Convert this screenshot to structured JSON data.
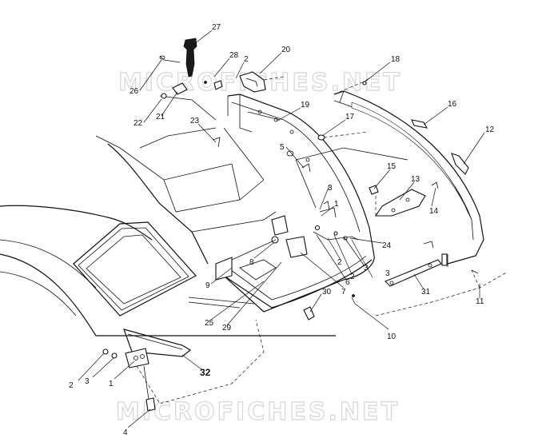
{
  "watermarks": {
    "top": "MICROFICHES.NET",
    "bottom": "MICROFICHES.NET"
  },
  "callouts": [
    {
      "id": "c27",
      "text": "27"
    },
    {
      "id": "c28",
      "text": "28"
    },
    {
      "id": "c2a",
      "text": "2"
    },
    {
      "id": "c20",
      "text": "20"
    },
    {
      "id": "c18",
      "text": "18"
    },
    {
      "id": "c26",
      "text": "26"
    },
    {
      "id": "c22",
      "text": "22"
    },
    {
      "id": "c21",
      "text": "21"
    },
    {
      "id": "c19",
      "text": "19"
    },
    {
      "id": "c16",
      "text": "16"
    },
    {
      "id": "c23",
      "text": "23"
    },
    {
      "id": "c17",
      "text": "17"
    },
    {
      "id": "c12",
      "text": "12"
    },
    {
      "id": "c5",
      "text": "5"
    },
    {
      "id": "c15",
      "text": "15"
    },
    {
      "id": "c13",
      "text": "13"
    },
    {
      "id": "c3a",
      "text": "3"
    },
    {
      "id": "c14",
      "text": "14"
    },
    {
      "id": "c1a",
      "text": "1"
    },
    {
      "id": "c24",
      "text": "24"
    },
    {
      "id": "c8",
      "text": "8"
    },
    {
      "id": "c2b",
      "text": "2"
    },
    {
      "id": "c3b",
      "text": "3"
    },
    {
      "id": "c2c",
      "text": "2"
    },
    {
      "id": "c3c",
      "text": "3"
    },
    {
      "id": "c9",
      "text": "9"
    },
    {
      "id": "c6",
      "text": "6"
    },
    {
      "id": "c7",
      "text": "7"
    },
    {
      "id": "c31",
      "text": "31"
    },
    {
      "id": "c11",
      "text": "11"
    },
    {
      "id": "c30",
      "text": "30"
    },
    {
      "id": "c25",
      "text": "25"
    },
    {
      "id": "c29",
      "text": "29"
    },
    {
      "id": "c10",
      "text": "10"
    },
    {
      "id": "c32",
      "text": "32"
    },
    {
      "id": "c2d",
      "text": "2"
    },
    {
      "id": "c3d",
      "text": "3"
    },
    {
      "id": "c1b",
      "text": "1"
    },
    {
      "id": "c4",
      "text": "4"
    }
  ]
}
